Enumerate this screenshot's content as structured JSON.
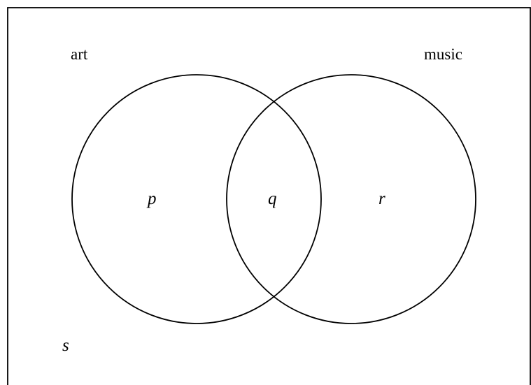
{
  "diagram": {
    "sets": {
      "left": {
        "label": "art"
      },
      "right": {
        "label": "music"
      }
    },
    "regions": {
      "left_only": "p",
      "both": "q",
      "right_only": "r",
      "outside": "s"
    },
    "colors": {
      "stroke": "#000000",
      "background": "#ffffff"
    }
  }
}
